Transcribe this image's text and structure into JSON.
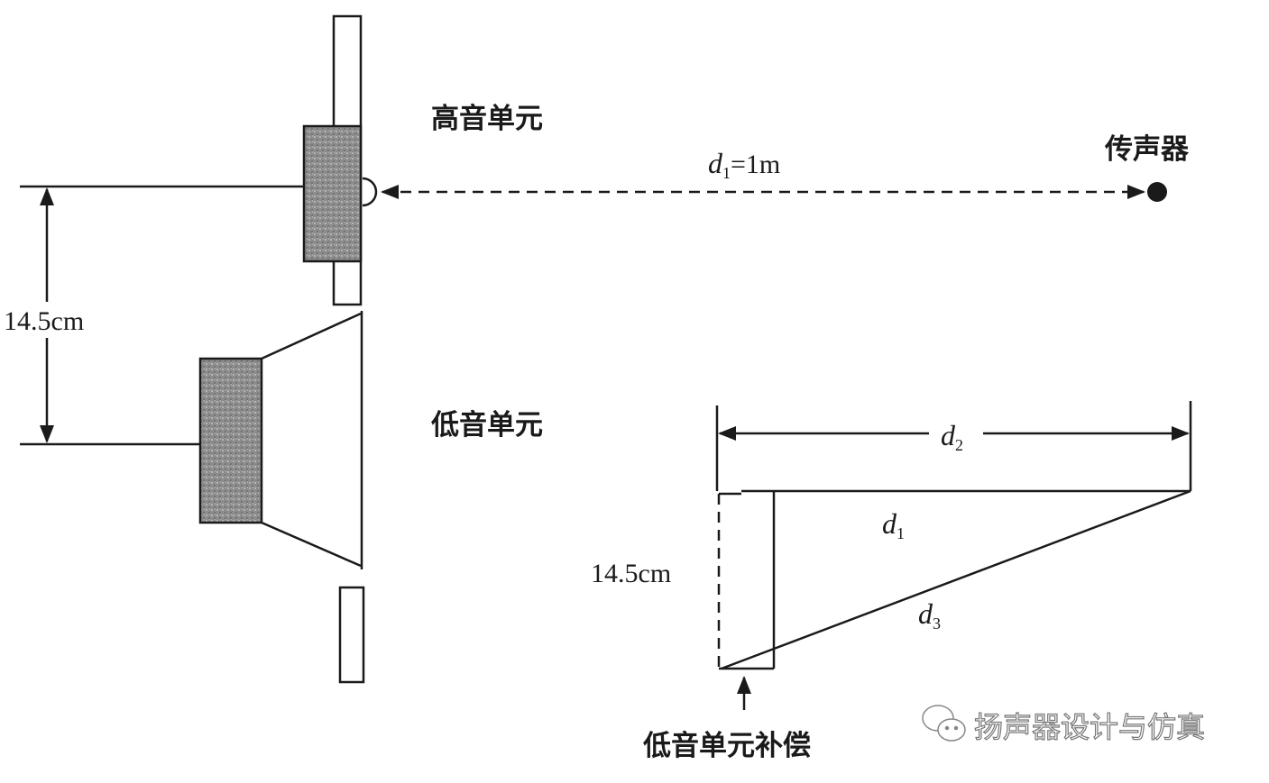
{
  "labels": {
    "tweeter": "高音单元",
    "woofer": "低音单元",
    "microphone": "传声器",
    "distance_main": "d",
    "distance_main_sub": "1",
    "distance_main_value": "=1m",
    "spacing_left": "14.5cm",
    "spacing_right": "14.5cm",
    "d2": "d",
    "d2_sub": "2",
    "d1": "d",
    "d1_sub": "1",
    "d3": "d",
    "d3_sub": "3",
    "woofer_compensation": "低音单元补偿"
  },
  "watermark": "扬声器设计与仿真",
  "colors": {
    "ink": "#1a1a1a",
    "magnet": "#8c8c8c"
  }
}
